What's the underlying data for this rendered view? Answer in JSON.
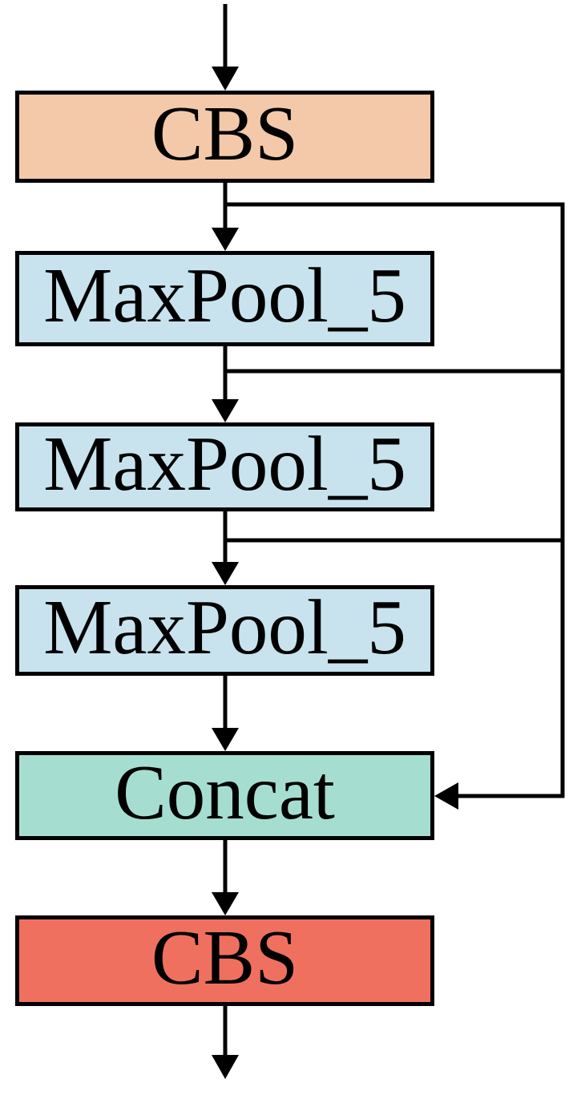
{
  "diagram": {
    "type": "flowchart",
    "description": "SPPF-style block: CBS feeds three serial MaxPool_5 layers whose outputs are concatenated with the CBS output, then passed through a final CBS."
  },
  "nodes": [
    {
      "id": "cbs-top",
      "label": "CBS",
      "fill": "#f3c9a9"
    },
    {
      "id": "maxpool-1",
      "label": "MaxPool_5",
      "fill": "#c8e3ee"
    },
    {
      "id": "maxpool-2",
      "label": "MaxPool_5",
      "fill": "#c8e3ee"
    },
    {
      "id": "maxpool-3",
      "label": "MaxPool_5",
      "fill": "#c8e3ee"
    },
    {
      "id": "concat",
      "label": "Concat",
      "fill": "#a5ded0"
    },
    {
      "id": "cbs-bottom",
      "label": "CBS",
      "fill": "#f0705f"
    }
  ],
  "edges": [
    {
      "from": "input",
      "to": "cbs-top"
    },
    {
      "from": "cbs-top",
      "to": "maxpool-1"
    },
    {
      "from": "maxpool-1",
      "to": "maxpool-2"
    },
    {
      "from": "maxpool-2",
      "to": "maxpool-3"
    },
    {
      "from": "maxpool-3",
      "to": "concat"
    },
    {
      "from": "cbs-top",
      "to": "concat",
      "kind": "skip"
    },
    {
      "from": "maxpool-1",
      "to": "concat",
      "kind": "skip"
    },
    {
      "from": "maxpool-2",
      "to": "concat",
      "kind": "skip"
    },
    {
      "from": "concat",
      "to": "cbs-bottom"
    },
    {
      "from": "cbs-bottom",
      "to": "output"
    }
  ],
  "colors": {
    "line": "#000000",
    "node_border": "#000000",
    "text": "#000000",
    "background": "#ffffff"
  }
}
